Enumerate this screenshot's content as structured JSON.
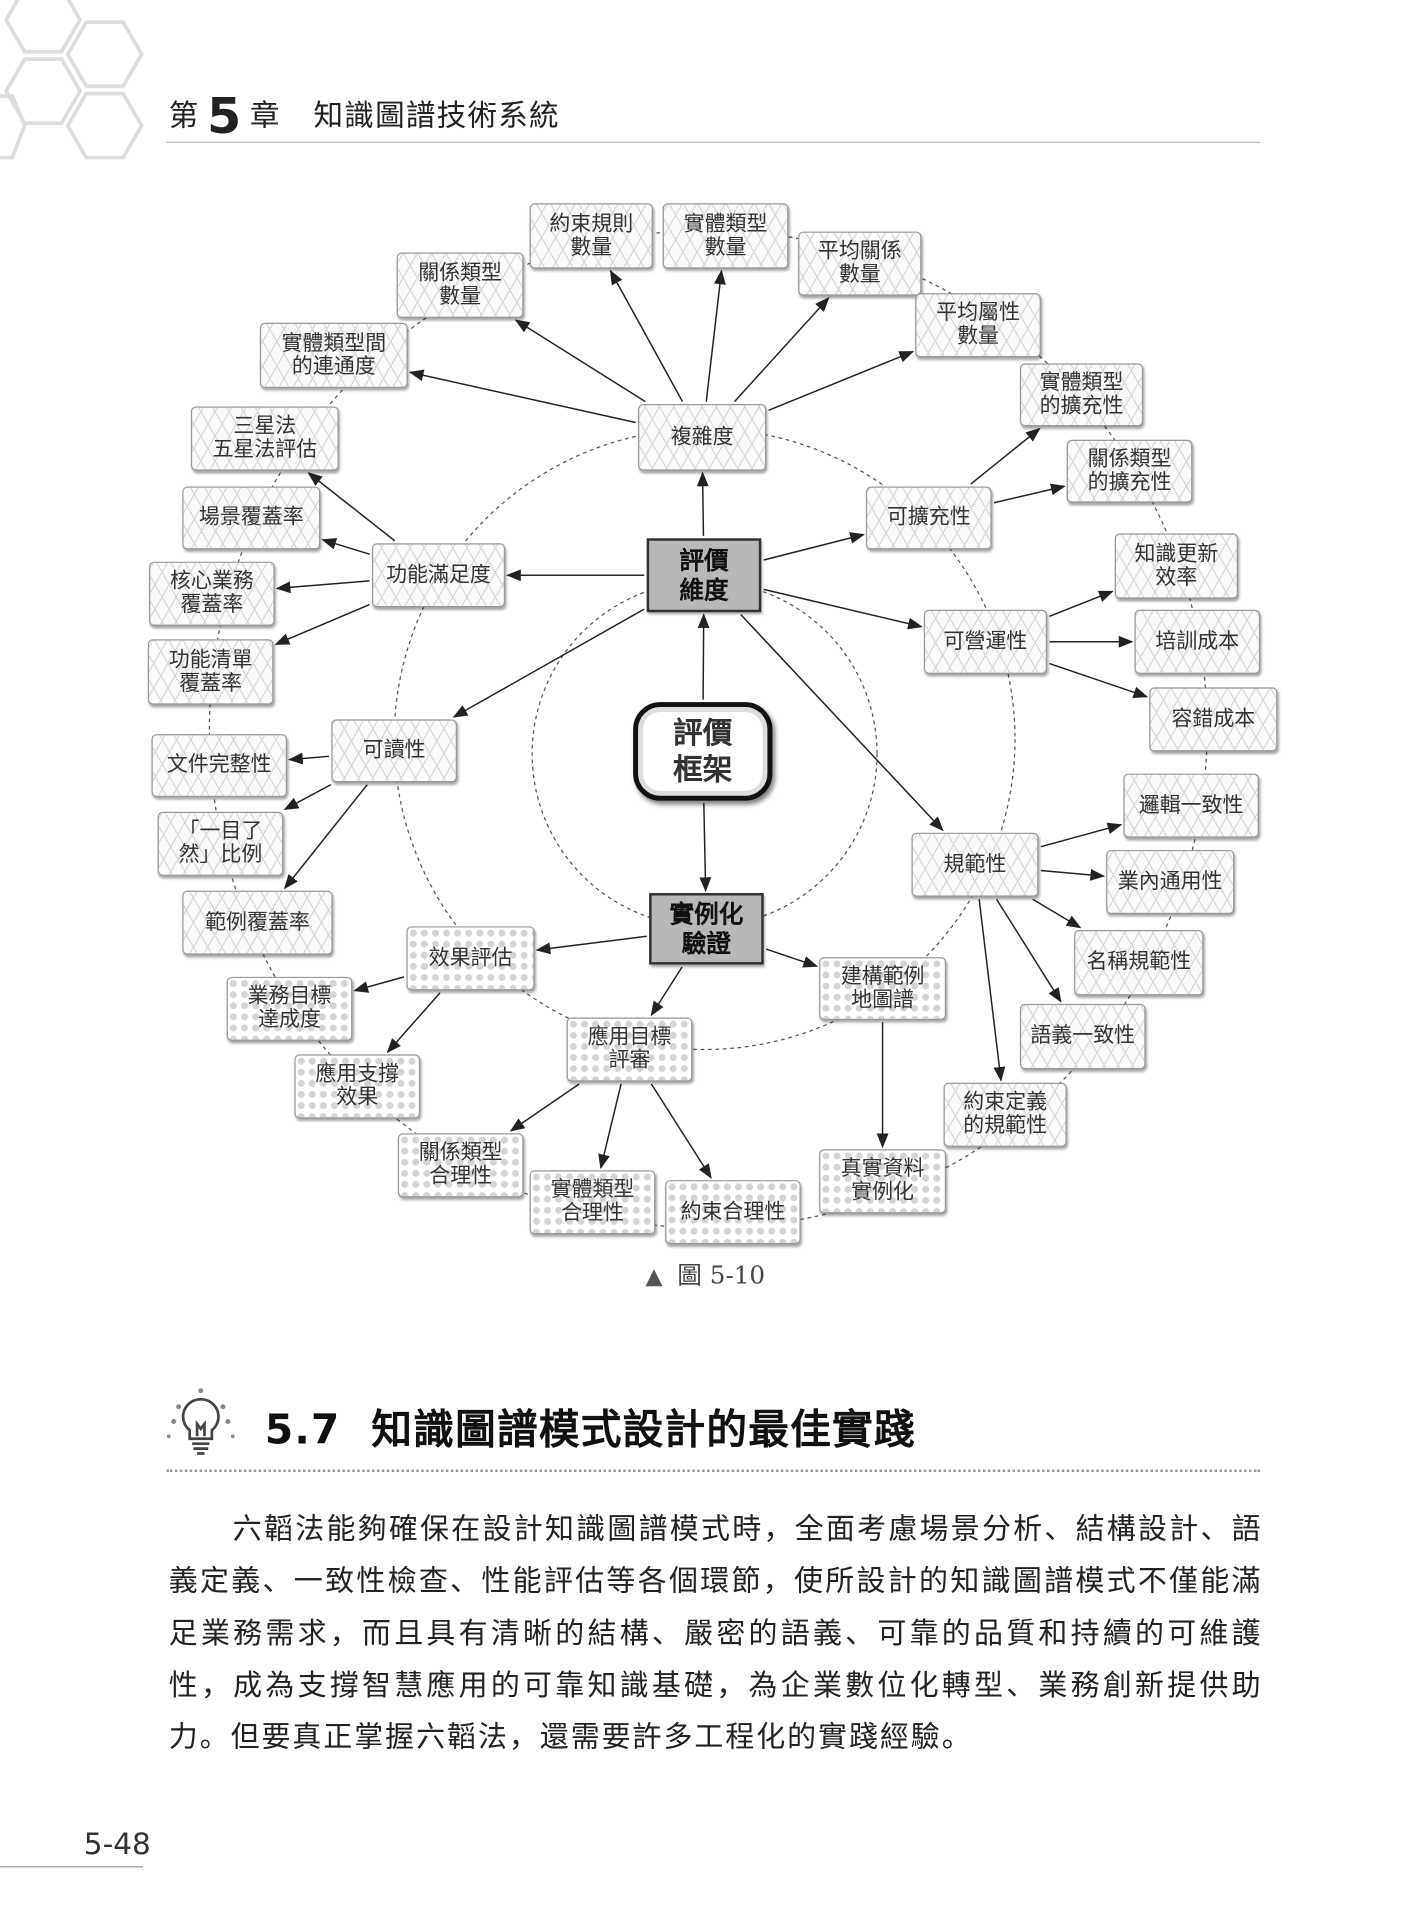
{
  "header": {
    "chapter_prefix": "第",
    "chapter_number": "5",
    "chapter_suffix": "章",
    "chapter_title": "知識圖譜技術系統"
  },
  "diagram": {
    "nodes": [
      {
        "id": "core",
        "label": "評價\n框架"
      },
      {
        "id": "dim",
        "label": "評價\n維度"
      },
      {
        "id": "inst",
        "label": "實例化\n驗證"
      },
      {
        "id": "complex",
        "label": "複雜度"
      },
      {
        "id": "func",
        "label": "功能滿足度"
      },
      {
        "id": "ext",
        "label": "可擴充性"
      },
      {
        "id": "ops",
        "label": "可營運性"
      },
      {
        "id": "read",
        "label": "可讀性"
      },
      {
        "id": "norm",
        "label": "規範性"
      },
      {
        "id": "c1",
        "label": "約束規則\n數量"
      },
      {
        "id": "c2",
        "label": "實體類型\n數量"
      },
      {
        "id": "c3",
        "label": "平均關係\n數量"
      },
      {
        "id": "c4",
        "label": "關係類型\n數量"
      },
      {
        "id": "c5",
        "label": "平均屬性\n數量"
      },
      {
        "id": "c6",
        "label": "實體類型間\n的連通度"
      },
      {
        "id": "e1",
        "label": "實體類型\n的擴充性"
      },
      {
        "id": "e2",
        "label": "關係類型\n的擴充性"
      },
      {
        "id": "f1",
        "label": "三星法\n五星法評估"
      },
      {
        "id": "f2",
        "label": "場景覆蓋率"
      },
      {
        "id": "f3",
        "label": "核心業務\n覆蓋率"
      },
      {
        "id": "f4",
        "label": "功能清單\n覆蓋率"
      },
      {
        "id": "o1",
        "label": "知識更新\n效率"
      },
      {
        "id": "o2",
        "label": "培訓成本"
      },
      {
        "id": "o3",
        "label": "容錯成本"
      },
      {
        "id": "r1",
        "label": "文件完整性"
      },
      {
        "id": "r2",
        "label": "「一目了\n然」比例"
      },
      {
        "id": "r3",
        "label": "範例覆蓋率"
      },
      {
        "id": "n1",
        "label": "邏輯一致性"
      },
      {
        "id": "n2",
        "label": "業內通用性"
      },
      {
        "id": "n3",
        "label": "名稱規範性"
      },
      {
        "id": "n4",
        "label": "語義一致性"
      },
      {
        "id": "n5",
        "label": "約束定義\n的規範性"
      },
      {
        "id": "v1",
        "label": "效果評估"
      },
      {
        "id": "v2",
        "label": "應用目標\n評審"
      },
      {
        "id": "v3",
        "label": "建構範例\n地圖譜"
      },
      {
        "id": "v4",
        "label": "業務目標\n達成度"
      },
      {
        "id": "v5",
        "label": "應用支撐\n效果"
      },
      {
        "id": "v6",
        "label": "關係類型\n合理性"
      },
      {
        "id": "v7",
        "label": "實體類型\n合理性"
      },
      {
        "id": "v8",
        "label": "約束合理性"
      },
      {
        "id": "v9",
        "label": "真實資料\n實例化"
      }
    ],
    "caption_marker": "▲",
    "caption": "圖 5-10"
  },
  "section": {
    "number": "5.7",
    "title": "知識圖譜模式設計的最佳實踐"
  },
  "body": "六韜法能夠確保在設計知識圖譜模式時，全面考慮場景分析、結構設計、語義定義、一致性檢查、性能評估等各個環節，使所設計的知識圖譜模式不僅能滿足業務需求，而且具有清晰的結構、嚴密的語義、可靠的品質和持續的可維護性，成為支撐智慧應用的可靠知識基礎，為企業數位化轉型、業務創新提供助力。但要真正掌握六韜法，還需要許多工程化的實踐經驗。",
  "footer": {
    "page_number": "5-48"
  }
}
